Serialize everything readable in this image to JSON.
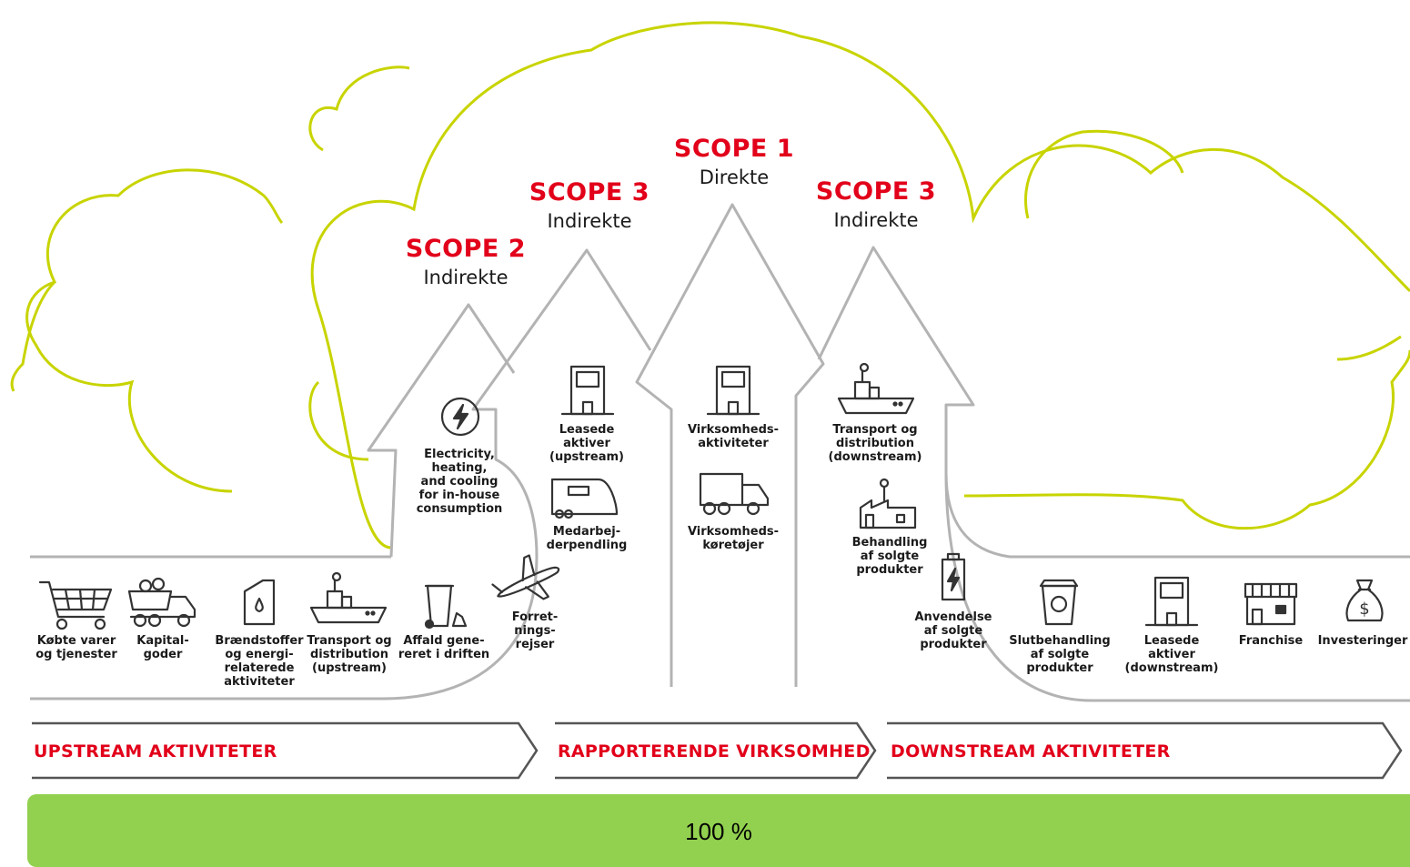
{
  "scopes": {
    "scope2": {
      "title": "SCOPE 2",
      "subtitle": "Indirekte"
    },
    "scope3_up": {
      "title": "SCOPE 3",
      "subtitle": "Indirekte"
    },
    "scope1": {
      "title": "SCOPE 1",
      "subtitle": "Direkte"
    },
    "scope3_down": {
      "title": "SCOPE 3",
      "subtitle": "Indirekte"
    }
  },
  "scope2_items": [
    {
      "label": "Electricity,\nheating,\nand cooling\nfor in-house\nconsumption",
      "icon": "lightning-icon"
    }
  ],
  "scope3_up_items": [
    {
      "label": "Leasede\naktiver\n(upstream)",
      "icon": "building-icon"
    },
    {
      "label": "Medarbej-\nderpendling",
      "icon": "train-icon"
    }
  ],
  "scope1_items": [
    {
      "label": "Virksomheds-\naktiviteter",
      "icon": "building-icon"
    },
    {
      "label": "Virksomheds-\nkøretøjer",
      "icon": "truck-icon"
    }
  ],
  "scope3_down_items": [
    {
      "label": "Transport og\ndistribution\n(downstream)",
      "icon": "ship-icon"
    },
    {
      "label": "Behandling\naf solgte\nprodukter",
      "icon": "factory-icon"
    },
    {
      "label": "Anvendelse\naf solgte\nprodukter",
      "icon": "battery-icon"
    }
  ],
  "upstream_items": [
    {
      "label": "Købte varer\nog tjenester",
      "icon": "cart-icon"
    },
    {
      "label": "Kapital-\ngoder",
      "icon": "dump-truck-icon"
    },
    {
      "label": "Brændstoffer\nog energi-\nrelaterede\naktiviteter",
      "icon": "fuel-can-icon"
    },
    {
      "label": "Transport og\ndistribution\n(upstream)",
      "icon": "ship-icon"
    },
    {
      "label": "Affald gene-\nreret i driften",
      "icon": "waste-bin-icon"
    },
    {
      "label": "Forret-\nnings-\nrejser",
      "icon": "airplane-icon"
    }
  ],
  "downstream_items": [
    {
      "label": "Slutbehandling\naf solgte\nprodukter",
      "icon": "recycle-bin-icon"
    },
    {
      "label": "Leasede\naktiver\n(downstream)",
      "icon": "building-icon"
    },
    {
      "label": "Franchise",
      "icon": "storefront-icon"
    },
    {
      "label": "Investeringer",
      "icon": "money-bag-icon"
    }
  ],
  "bands": {
    "upstream": "UPSTREAM AKTIVITETER",
    "reporting": "RAPPORTERENDE VIRKSOMHED",
    "downstream": "DOWNSTREAM AKTIVITETER"
  },
  "progress": {
    "label": "100 %",
    "value": 1.0,
    "color": "#92d14f"
  },
  "colors": {
    "cloud": "#c8d400",
    "scope_title": "#e2001a",
    "outline": "#b3b3b3"
  }
}
